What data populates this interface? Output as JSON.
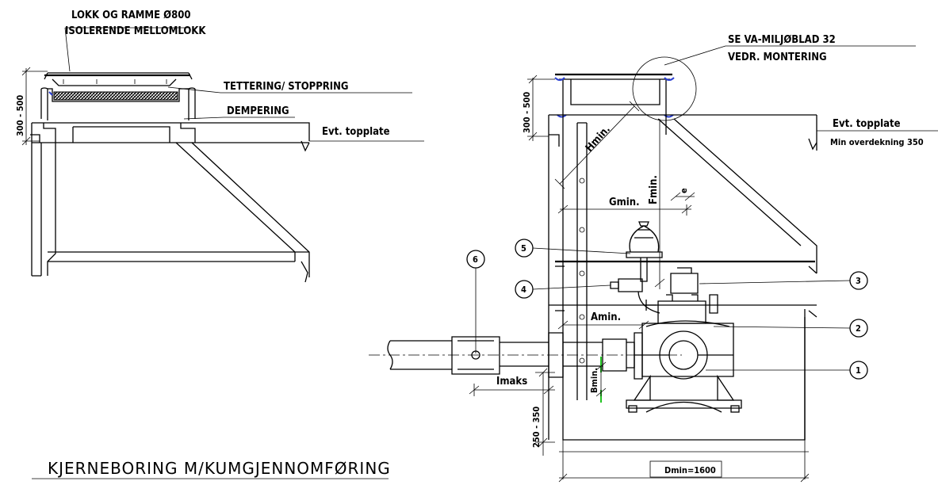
{
  "labels": {
    "lokk": "LOKK OG RAMME Ø800",
    "isolerende": "ISOLERENDE MELLOMLOKK",
    "tettering": "TETTERING/ STOPPRING",
    "dempering": "DEMPERING",
    "topplate_left": "Evt. topplate",
    "se_va": "SE VA-MILJØBLAD 32",
    "vedr": "VEDR. MONTERING",
    "topplate_right": "Evt. topplate",
    "overdekning": "Min overdekning 350",
    "title": "KJERNEBORING M/KUMGJENNOMFØRING"
  },
  "dimensions": {
    "h_left": "300 - 500",
    "h_right": "300 - 500",
    "bottom": "250 - 350",
    "dmin": "Dmin=1600",
    "hmin": "Hmin.",
    "gmin": "Gmin.",
    "fmin": "Fmin.",
    "e": "e",
    "amin": "Amin.",
    "imaks": "Imaks",
    "bmin": "Bmin."
  },
  "callouts": [
    "1",
    "2",
    "3",
    "4",
    "5",
    "6"
  ],
  "colors": {
    "line": "#000000",
    "seal": "#2a3fd1",
    "mark": "#22c322"
  }
}
